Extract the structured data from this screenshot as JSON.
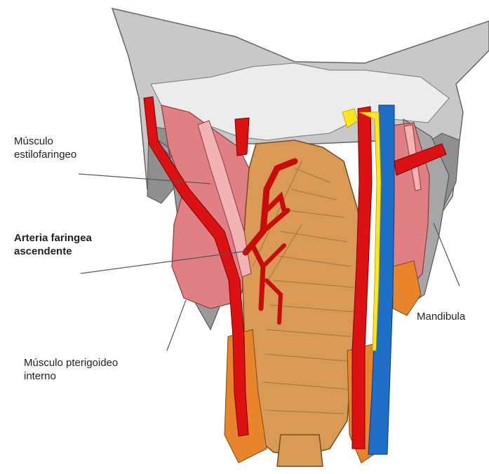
{
  "labels": {
    "estilofaringeo": {
      "line1": "Músculo",
      "line2": "estilofaringeo"
    },
    "arteria": {
      "line1": "Arteria faringea",
      "line2": "ascendente"
    },
    "pterigoideo": {
      "line1": "Músculo pterigoideo",
      "line2": "interno"
    },
    "mandibula": "Mandibula"
  },
  "colors": {
    "bone": "#c6c6c6",
    "bone_light": "#ededed",
    "bone_dark": "#8e8e8e",
    "muscle_pink": "#e07f84",
    "muscle_pink_light": "#f2b3b5",
    "pharynx": "#d99a55",
    "pharynx_dark": "#e8842a",
    "artery": "#dd1111",
    "vein": "#1f6fc9",
    "nerve": "#ffe81a"
  }
}
